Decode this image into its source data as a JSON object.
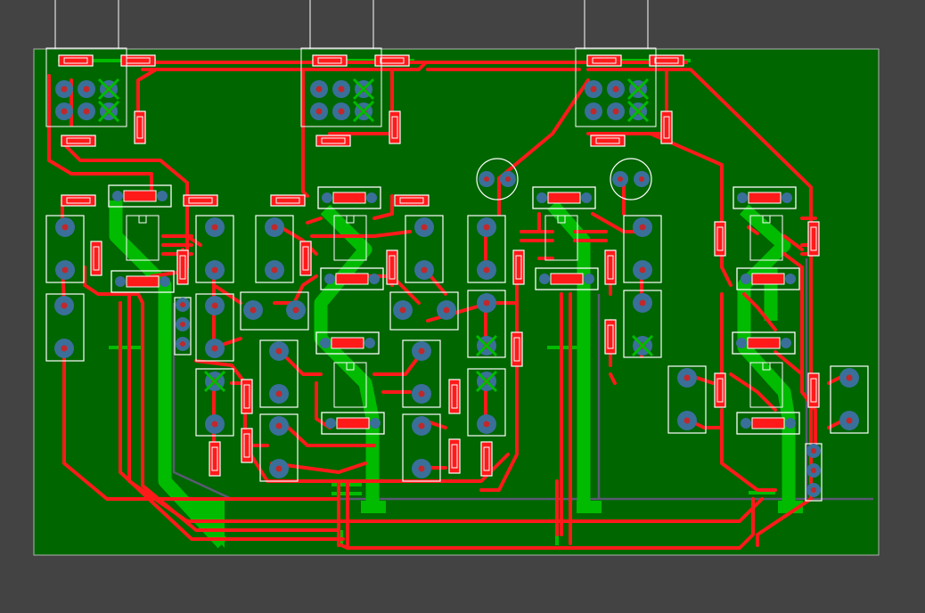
{
  "canvas": {
    "background": "#434343",
    "board_fill": "#006600",
    "board_outline": "#b0b0b0",
    "top_copper": "#ff1a1a",
    "bottom_copper": "#00bb00",
    "silkscreen": "#ffffff",
    "pad_ring": "#3a6f9a",
    "pad_hole": "#c0282c",
    "smd_pad": "#ff1a1a",
    "keepout": "#5a5a74"
  },
  "board": {
    "layers_visible": [
      "top-copper",
      "bottom-copper",
      "silkscreen",
      "pads",
      "board-outline"
    ],
    "text_labels": []
  }
}
